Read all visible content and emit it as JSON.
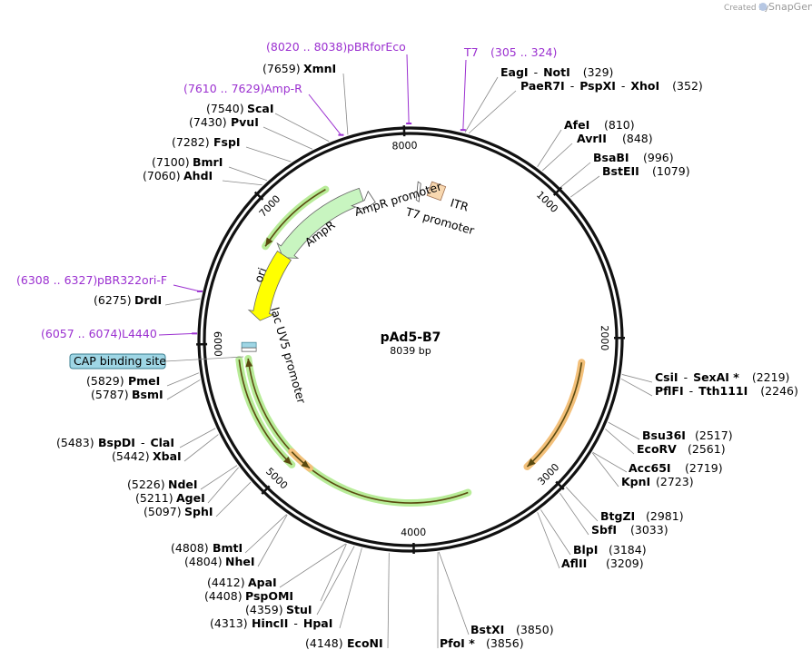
{
  "plasmid": {
    "name": "pAd5-B7",
    "size_label": "8039 bp",
    "length": 8039
  },
  "brand": {
    "created_by": "Created by",
    "name": "SnapGene"
  },
  "ticks": [
    {
      "label": "1000",
      "pos": 1000
    },
    {
      "label": "2000",
      "pos": 2000
    },
    {
      "label": "3000",
      "pos": 3000
    },
    {
      "label": "4000",
      "pos": 4000
    },
    {
      "label": "5000",
      "pos": 5000
    },
    {
      "label": "6000",
      "pos": 6000
    },
    {
      "label": "7000",
      "pos": 7000
    },
    {
      "label": "8000",
      "pos": 8000
    }
  ],
  "enzymes_right": [
    {
      "name": "EagI",
      "name2": "NotI",
      "loc": "(329)",
      "site": 329
    },
    {
      "name": "PaeR7I",
      "name2": "PspXI",
      "name3": "XhoI",
      "loc": "(352)",
      "site": 352
    },
    {
      "name": "AfeI",
      "loc": "(810)",
      "site": 810
    },
    {
      "name": "AvrII",
      "loc": "(848)",
      "site": 848
    },
    {
      "name": "BsaBI",
      "loc": "(996)",
      "site": 996
    },
    {
      "name": "BstEII",
      "loc": "(1079)",
      "site": 1079
    },
    {
      "name": "CsiI",
      "name2": "SexAI *",
      "loc": "(2219)",
      "site": 2219
    },
    {
      "name": "PflFI",
      "name2": "Tth111I",
      "loc": "(2246)",
      "site": 2246
    },
    {
      "name": "Bsu36I",
      "loc": "(2517)",
      "site": 2517
    },
    {
      "name": "EcoRV",
      "loc": "(2561)",
      "site": 2561
    },
    {
      "name": "Acc65I",
      "loc": "(2719)",
      "site": 2719
    },
    {
      "name": "KpnI",
      "loc": "(2723)",
      "site": 2723
    },
    {
      "name": "BtgZI",
      "loc": "(2981)",
      "site": 2981
    },
    {
      "name": "SbfI",
      "loc": "(3033)",
      "site": 3033
    },
    {
      "name": "BlpI",
      "loc": "(3184)",
      "site": 3184
    },
    {
      "name": "AflII",
      "loc": "(3209)",
      "site": 3209
    },
    {
      "name": "BstXI",
      "loc": "(3850)",
      "site": 3850
    },
    {
      "name": "PfoI *",
      "loc": "(3856)",
      "site": 3856
    }
  ],
  "enzymes_left": [
    {
      "name": "XmnI",
      "loc": "(7659)",
      "site": 7659
    },
    {
      "name": "ScaI",
      "loc": "(7540)",
      "site": 7540
    },
    {
      "name": "PvuI",
      "loc": "(7430)",
      "site": 7430
    },
    {
      "name": "FspI",
      "loc": "(7282)",
      "site": 7282
    },
    {
      "name": "BmrI",
      "loc": "(7100)",
      "site": 7100
    },
    {
      "name": "AhdI",
      "loc": "(7060)",
      "site": 7060
    },
    {
      "name": "DrdI",
      "loc": "(6275)",
      "site": 6275
    },
    {
      "name": "PmeI",
      "loc": "(5829)",
      "site": 5829
    },
    {
      "name": "BsmI",
      "loc": "(5787)",
      "site": 5787
    },
    {
      "name": "BspDI",
      "name2": "ClaI",
      "loc": "(5483)",
      "site": 5483
    },
    {
      "name": "XbaI",
      "loc": "(5442)",
      "site": 5442
    },
    {
      "name": "NdeI",
      "loc": "(5226)",
      "site": 5226
    },
    {
      "name": "AgeI",
      "loc": "(5211)",
      "site": 5211
    },
    {
      "name": "SphI",
      "loc": "(5097)",
      "site": 5097
    },
    {
      "name": "BmtI",
      "loc": "(4808)",
      "site": 4808
    },
    {
      "name": "NheI",
      "loc": "(4804)",
      "site": 4804
    },
    {
      "name": "ApaI",
      "loc": "(4412)",
      "site": 4412
    },
    {
      "name": "PspOMI",
      "loc": "(4408)",
      "site": 4408
    },
    {
      "name": "StuI",
      "loc": "(4359)",
      "site": 4359
    },
    {
      "name": "HincII",
      "name2": "HpaI",
      "loc": "(4313)",
      "site": 4313
    },
    {
      "name": "EcoNI",
      "loc": "(4148)",
      "site": 4148
    }
  ],
  "primers": [
    {
      "range": "(8020 .. 8038)",
      "name": "pBRforEco",
      "site": 8029
    },
    {
      "range": "(305 .. 324)",
      "name": "T7",
      "site": 314
    },
    {
      "range": "(7610 .. 7629)",
      "name": "Amp-R",
      "site": 7620
    },
    {
      "range": "(6308 .. 6327)",
      "name": "pBR322ori-F",
      "site": 6317
    },
    {
      "range": "(6057 .. 6074)",
      "name": "L4440",
      "site": 6065
    }
  ],
  "features": [
    {
      "name": "AmpR",
      "start": 6760,
      "end": 7620,
      "color": "#c8f5c0",
      "kind": "gene"
    },
    {
      "name": "AmpR promoter",
      "start": 7620,
      "end": 7725,
      "color": "#ffffff",
      "kind": "promoter"
    },
    {
      "name": "ori",
      "start": 6190,
      "end": 6780,
      "color": "#ffff00",
      "kind": "gene"
    },
    {
      "name": "ITR",
      "start": 165,
      "end": 275,
      "color": "#f8d8b0",
      "kind": "box"
    },
    {
      "name": "T7 promoter",
      "start": 5,
      "end": 25,
      "color": "#ffffff",
      "kind": "small"
    },
    {
      "name": "lac UV5 promoter",
      "start": 5940,
      "end": 5965,
      "color": "#ffffff",
      "kind": "small"
    },
    {
      "name": "CAP binding site",
      "start": 5975,
      "end": 6000,
      "color": "#9fd6e5",
      "kind": "small"
    }
  ],
  "outer_arcs": [
    {
      "start": 2180,
      "end": 3070,
      "color": "#f3c07a",
      "dir": "cw"
    },
    {
      "start": 4990,
      "end": 5880,
      "color": "#b8ec98",
      "dir": "ccw"
    },
    {
      "start": 3560,
      "end": 5880,
      "color": "#b8ec98",
      "dir": "cw"
    },
    {
      "start": 4870,
      "end": 5060,
      "color": "#f3c07a",
      "dir": "ccw"
    },
    {
      "start": 6760,
      "end": 7380,
      "color": "#b8ec98",
      "dir": "ccw"
    }
  ]
}
